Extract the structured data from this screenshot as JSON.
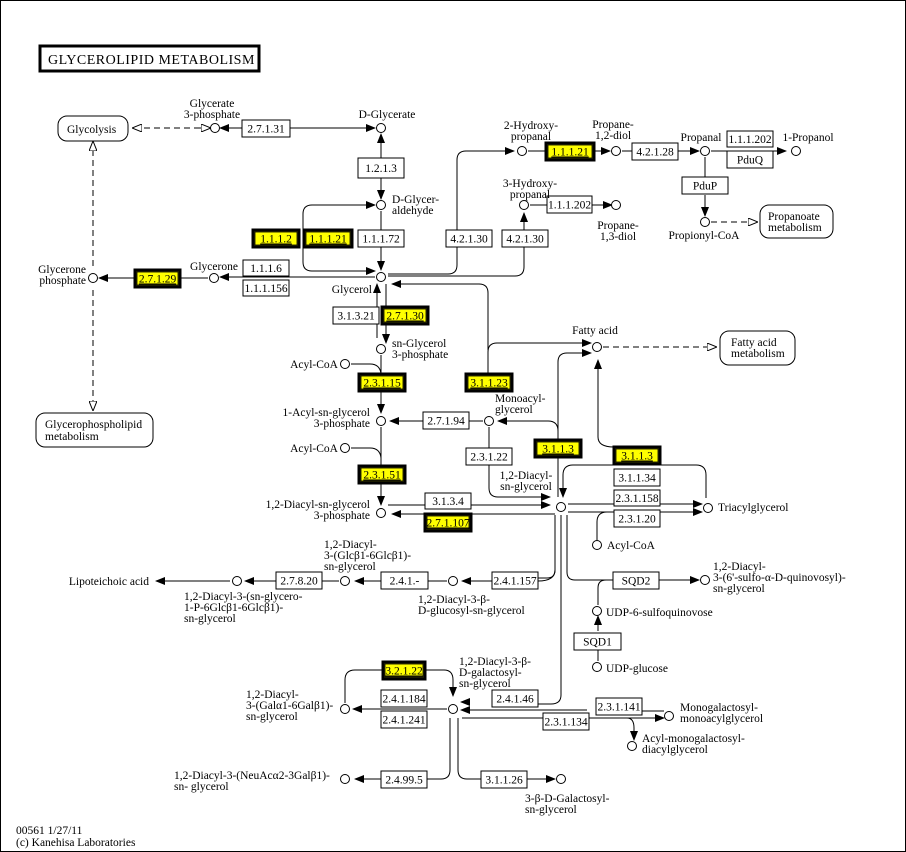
{
  "title": "GLYCEROLIPID METABOLISM",
  "footer": {
    "id_date": "00561 1/27/11",
    "copyright": "(c) Kanehisa Laboratories"
  },
  "colors": {
    "highlight": "#ffff00",
    "line": "#000000",
    "background": "#ffffff"
  },
  "maps": {
    "glycolysis": [
      "Glycolysis"
    ],
    "glycerophospholipid": [
      "Glycerophospholipid",
      "metabolism"
    ],
    "propanoate": [
      "Propanoate",
      "metabolism"
    ],
    "fatty_acid": [
      "Fatty acid",
      "metabolism"
    ]
  },
  "compounds": {
    "glycerate3p": [
      "Glycerate",
      "3-phosphate"
    ],
    "dglycerate": [
      "D-Glycerate"
    ],
    "dglyceraldehyde": [
      "D-Glycer-",
      "aldehyde"
    ],
    "glycerone_p": [
      "Glycerone",
      "phosphate"
    ],
    "glycerone": [
      "Glycerone"
    ],
    "glycerol": [
      "Glycerol"
    ],
    "hydroxypropanal2": [
      "2-Hydroxy-",
      "propanal"
    ],
    "propanediol12": [
      "Propane-",
      "1,2-diol"
    ],
    "propanal": [
      "Propanal"
    ],
    "propanol1": [
      "1-Propanol"
    ],
    "hydroxypropanal3": [
      "3-Hydroxy-",
      "propanal"
    ],
    "propanediol13": [
      "Propane-",
      "1,3-diol"
    ],
    "propionylcoa": [
      "Propionyl-CoA"
    ],
    "snglycerol3p": [
      "sn-Glycerol",
      "3-phosphate"
    ],
    "acylcoa1": [
      "Acyl-CoA"
    ],
    "acylsn3p": [
      "1-Acyl-sn-glycerol",
      "3-phosphate"
    ],
    "acylcoa2": [
      "Acyl-CoA"
    ],
    "diacylsn3p": [
      "1,2-Diacyl-sn-glycerol",
      "3-phosphate"
    ],
    "monoacylglycerol": [
      "Monoacyl-",
      "glycerol"
    ],
    "fattyacid": [
      "Fatty acid"
    ],
    "diacylsnglycerol": [
      "1,2-Diacyl-",
      "sn-glycerol"
    ],
    "triacylglycerol": [
      "Triacylglycerol"
    ],
    "acylcoa3": [
      "Acyl-CoA"
    ],
    "lipoteichoic": [
      "Lipoteichoic acid"
    ],
    "diacylglcglc": [
      "1,2-Diacyl-",
      "3-(Glcβ1-6Glcβ1)-",
      "sn-glycerol"
    ],
    "diacylsnglyceroP": [
      "1,2-Diacyl-3-(sn-glycero-",
      "1-P-6Glcβ1-6Glcβ1)-",
      "sn-glycerol"
    ],
    "diacylglucosyl": [
      "1,2-Diacyl-3-β-",
      "D-glucosyl-sn-glycerol"
    ],
    "sulfoquinovosyl": [
      "1,2-Diacyl-",
      "3-(6'-sulfo-α-D-quinovosyl)-",
      "sn-glycerol"
    ],
    "udp6sulfo": [
      "UDP-6-sulfoquinovose"
    ],
    "udpglucose": [
      "UDP-glucose"
    ],
    "diacylgalactosyl": [
      "1,2-Diacyl-3-β-",
      "D-galactosyl-",
      "sn-glycerol"
    ],
    "diacylgalgal": [
      "1,2-Diacyl-",
      "3-(Galα1-6Galβ1)-",
      "sn-glycerol"
    ],
    "neuac": [
      "1,2-Diacyl-3-(NeuAcα2-3Galβ1)-",
      "sn- glycerol"
    ],
    "galactosylsn": [
      "3-β-D-Galactosyl-",
      "sn-glycerol"
    ],
    "monogalmonoacyl": [
      "Monogalactosyl-",
      "monoacylglycerol"
    ],
    "acylmonogal": [
      "Acyl-monogalactosyl-",
      "diacylglycerol"
    ]
  },
  "enzymes": [
    {
      "id": "e27131",
      "label": "2.7.1.31",
      "hl": false
    },
    {
      "id": "e1213",
      "label": "1.2.1.3",
      "hl": false
    },
    {
      "id": "e1112",
      "label": "1.1.1.2",
      "hl": true
    },
    {
      "id": "e11121a",
      "label": "1.1.1.21",
      "hl": true
    },
    {
      "id": "e11172",
      "label": "1.1.1.72",
      "hl": false
    },
    {
      "id": "e4213a",
      "label": "4.2.1.30",
      "hl": false
    },
    {
      "id": "e4213b",
      "label": "4.2.1.30",
      "hl": false
    },
    {
      "id": "e11121b",
      "label": "1.1.1.21",
      "hl": true
    },
    {
      "id": "e42128",
      "label": "4.2.1.28",
      "hl": false
    },
    {
      "id": "e111202a",
      "label": "1.1.1.202",
      "hl": false
    },
    {
      "id": "epduq",
      "label": "PduQ",
      "hl": false
    },
    {
      "id": "epdup",
      "label": "PduP",
      "hl": false
    },
    {
      "id": "e111202b",
      "label": "1.1.1.202",
      "hl": false
    },
    {
      "id": "e1116",
      "label": "1.1.1.6",
      "hl": false
    },
    {
      "id": "e111156",
      "label": "1.1.1.156",
      "hl": false
    },
    {
      "id": "e27129",
      "label": "2.7.1.29",
      "hl": true
    },
    {
      "id": "e31321",
      "label": "3.1.3.21",
      "hl": false
    },
    {
      "id": "e27130",
      "label": "2.7.1.30",
      "hl": true
    },
    {
      "id": "e23115",
      "label": "2.3.1.15",
      "hl": true
    },
    {
      "id": "e23151",
      "label": "2.3.1.51",
      "hl": true
    },
    {
      "id": "e31123",
      "label": "3.1.1.23",
      "hl": true
    },
    {
      "id": "e27194",
      "label": "2.7.1.94",
      "hl": false
    },
    {
      "id": "e23122",
      "label": "2.3.1.22",
      "hl": false
    },
    {
      "id": "e3113a",
      "label": "3.1.1.3",
      "hl": true
    },
    {
      "id": "e3113b",
      "label": "3.1.1.3",
      "hl": true
    },
    {
      "id": "e31134",
      "label": "3.1.1.34",
      "hl": false
    },
    {
      "id": "e231158",
      "label": "2.3.1.158",
      "hl": false
    },
    {
      "id": "e23120",
      "label": "2.3.1.20",
      "hl": false
    },
    {
      "id": "e3134",
      "label": "3.1.3.4",
      "hl": false
    },
    {
      "id": "e271107",
      "label": "2.7.1.107",
      "hl": true
    },
    {
      "id": "e27820",
      "label": "2.7.8.20",
      "hl": false
    },
    {
      "id": "e241",
      "label": "2.4.1.-",
      "hl": false
    },
    {
      "id": "e241157",
      "label": "2.4.1.157",
      "hl": false
    },
    {
      "id": "esqd2",
      "label": "SQD2",
      "hl": false
    },
    {
      "id": "esqd1",
      "label": "SQD1",
      "hl": false
    },
    {
      "id": "e32122",
      "label": "3.2.1.22",
      "hl": true
    },
    {
      "id": "e241184",
      "label": "2.4.1.184",
      "hl": false
    },
    {
      "id": "e241241",
      "label": "2.4.1.241",
      "hl": false
    },
    {
      "id": "e24146",
      "label": "2.4.1.46",
      "hl": false
    },
    {
      "id": "e231141",
      "label": "2.3.1.141",
      "hl": false
    },
    {
      "id": "e231134",
      "label": "2.3.1.134",
      "hl": false
    },
    {
      "id": "e24995",
      "label": "2.4.99.5",
      "hl": false
    },
    {
      "id": "e31126",
      "label": "3.1.1.26",
      "hl": false
    }
  ]
}
